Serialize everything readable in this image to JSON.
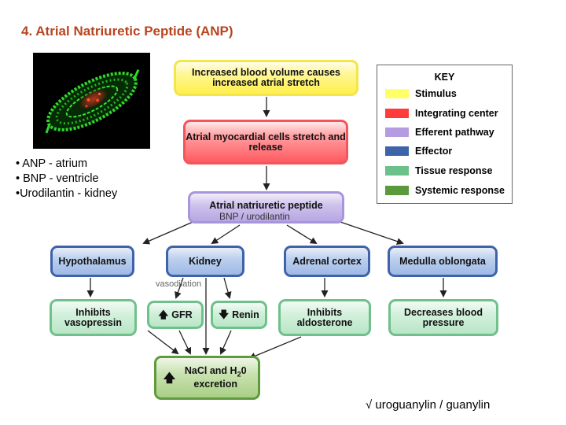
{
  "title": "4. Atrial Natriuretic Peptide (ANP)",
  "bullets": [
    "• ANP - atrium",
    "• BNP - ventricle",
    "•Urodilantin - kidney"
  ],
  "boxes": {
    "stimulus": "Increased blood volume causes increased atrial stretch",
    "integrating": "Atrial myocardial cells stretch and release",
    "anp": "Atrial natriuretic peptide",
    "hypothalamus": "Hypothalamus",
    "kidney": "Kidney",
    "adrenal": "Adrenal cortex",
    "medulla": "Medulla oblongata",
    "vasopressin": "Inhibits vasopressin",
    "gfr": "GFR",
    "renin": "Renin",
    "aldosterone": "Inhibits aldosterone",
    "bp": "Decreases blood pressure",
    "excretion_pre": "NaCl and H",
    "excretion_sub": "2",
    "excretion_post": "0 excretion"
  },
  "key": {
    "title": "KEY",
    "items": [
      {
        "label": "Stimulus",
        "color": "#ffff66"
      },
      {
        "label": "Integrating center",
        "color": "#ff3b3b"
      },
      {
        "label": "Efferent pathway",
        "color": "#b59ce0"
      },
      {
        "label": "Effector",
        "color": "#3d63a8"
      },
      {
        "label": "Tissue response",
        "color": "#6cc08a"
      },
      {
        "label": "Systemic response",
        "color": "#5a9a3c"
      }
    ]
  },
  "overlays": {
    "bnp": "BNP / urodilantin",
    "vasodilation": "vasodilation",
    "uroguanylin": "√ uroguanylin / guanylin"
  }
}
